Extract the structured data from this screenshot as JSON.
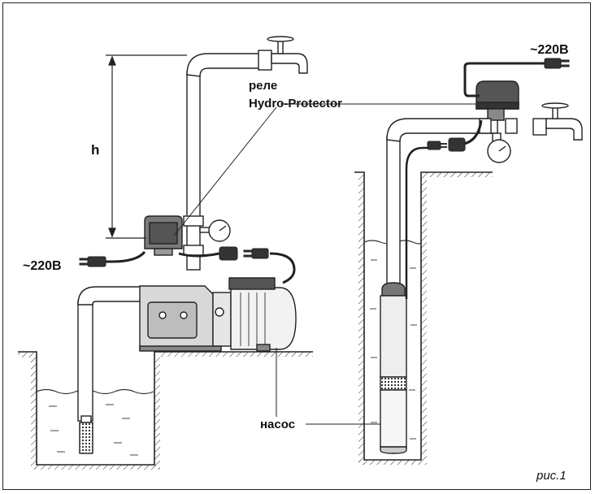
{
  "labels": {
    "relay_word": "реле",
    "relay_name": "Hydro-Protector",
    "height": "h",
    "power_left": "~220В",
    "power_right": "~220В",
    "pump": "насос"
  },
  "caption": "рис.1"
}
